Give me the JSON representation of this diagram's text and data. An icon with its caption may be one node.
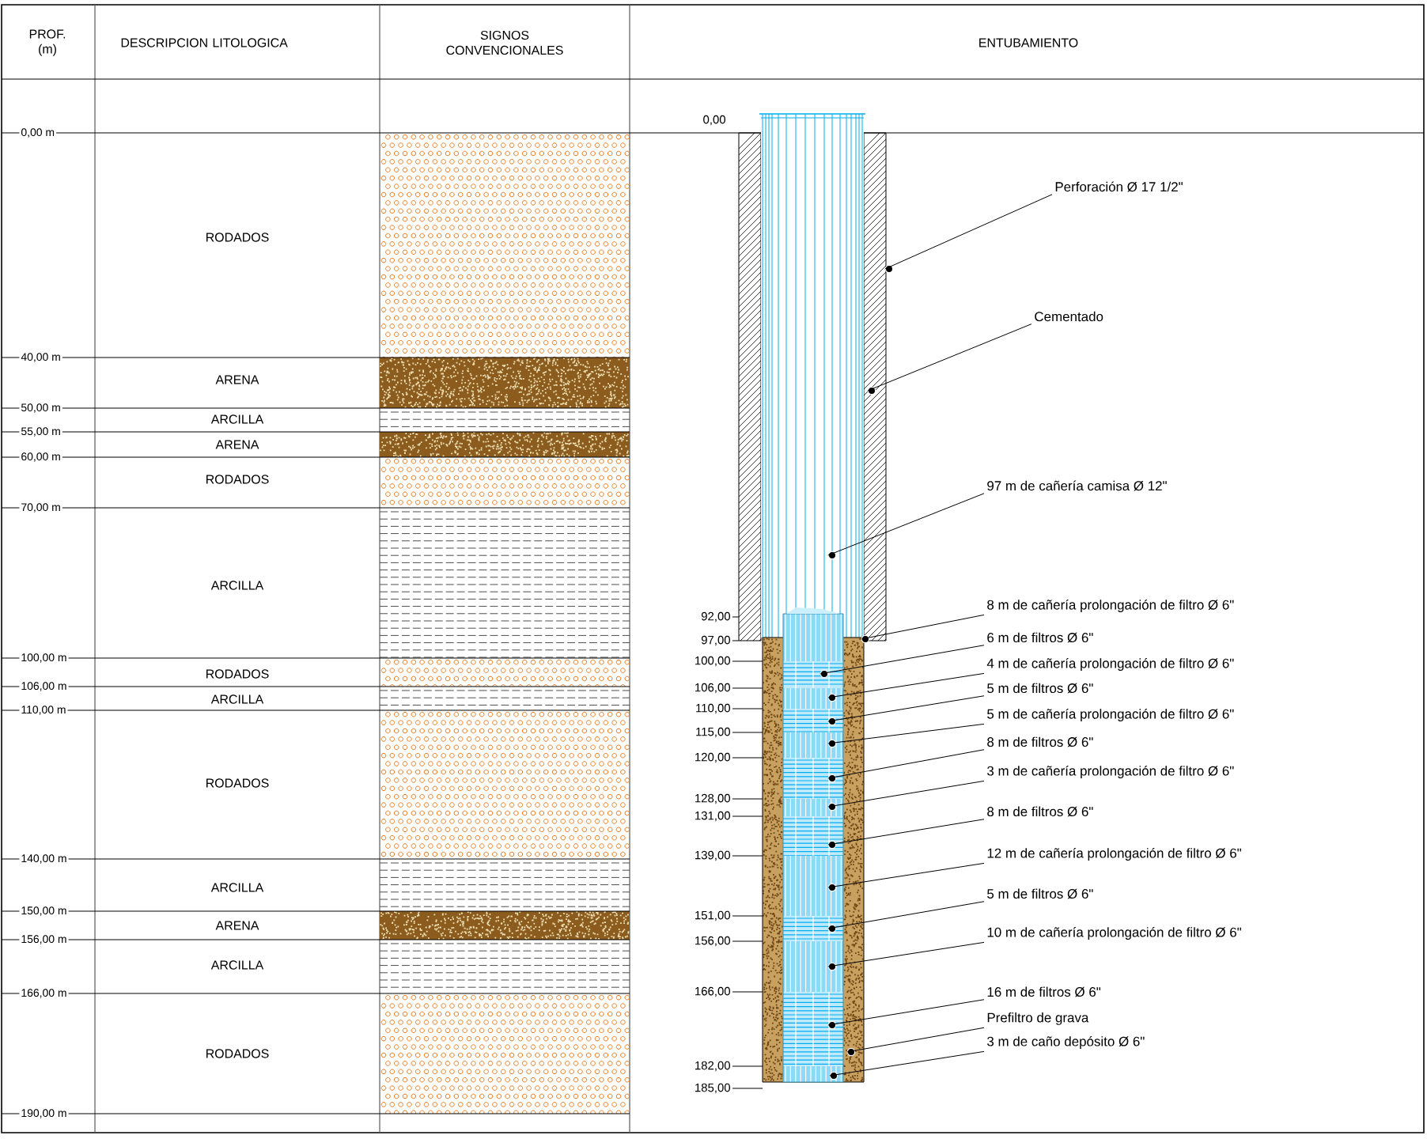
{
  "diagram": {
    "nodes": [
      {
        "text": [
          "Perforación Ø 17 1/2\""
        ]
      },
      {
        "text": [
          "Cementado"
        ]
      },
      {
        "text": [
          "97 m de cañería camisa Ø 12\""
        ]
      },
      {
        "text": [
          "8 m de cañería prolongación de filtro Ø 6\""
        ]
      },
      {
        "text": [
          "6 m de filtros Ø 6\""
        ]
      },
      {
        "text": [
          "4 m de cañería prolongación de filtro Ø 6\""
        ]
      },
      {
        "text": [
          "5 m de filtros Ø 6\""
        ]
      },
      {
        "text": [
          "5 m de cañería prolongación de filtro Ø 6\""
        ]
      },
      {
        "text": [
          "8 m de filtros Ø 6\""
        ]
      },
      {
        "text": [
          "3 m de cañería prolongación de filtro Ø 6\""
        ]
      },
      {
        "text": [
          "8 m de filtros Ø 6\""
        ]
      },
      {
        "text": [
          "12 m de cañería prolongación de filtro Ø 6\""
        ]
      },
      {
        "text": [
          "5 m de filtros Ø 6\""
        ]
      },
      {
        "text": [
          "10 m de cañería prolongación de filtro Ø 6\""
        ]
      },
      {
        "text": [
          "16 m de filtros Ø 6\""
        ]
      },
      {
        "text": [
          "Prefiltro de grava"
        ]
      },
      {
        "text": [
          "3 m de caño depósito Ø 6\""
        ]
      },
      {
        "text": [],
        "shape": "circle"
      },
      {
        "text": [],
        "shape": "circle"
      },
      {
        "text": [],
        "shape": "circle"
      },
      {
        "text": [],
        "shape": "circle"
      },
      {
        "text": [],
        "shape": "circle"
      },
      {
        "text": [],
        "shape": "circle"
      },
      {
        "text": [],
        "shape": "circle"
      },
      {
        "text": [],
        "shape": "circle"
      },
      {
        "text": [],
        "shape": "circle"
      },
      {
        "text": [],
        "shape": "circle"
      },
      {
        "text": [],
        "shape": "circle"
      },
      {
        "text": [],
        "shape": "circle"
      },
      {
        "text": [],
        "shape": "circle"
      },
      {
        "text": [],
        "shape": "circle"
      },
      {
        "text": [],
        "shape": "circle"
      },
      {
        "text": [],
        "shape": "circle"
      },
      {
        "text": [],
        "shape": "circle"
      }
    ],
    "edges": [
      {
        "from": 0,
        "to": 17,
        "arrow": "none"
      },
      {
        "from": 1,
        "to": 18,
        "arrow": "none"
      },
      {
        "from": 2,
        "to": 19,
        "arrow": "none"
      },
      {
        "from": 3,
        "to": 20,
        "arrow": "none"
      },
      {
        "from": 4,
        "to": 21,
        "arrow": "none"
      },
      {
        "from": 5,
        "to": 22,
        "arrow": "none"
      },
      {
        "from": 6,
        "to": 23,
        "arrow": "none"
      },
      {
        "from": 7,
        "to": 24,
        "arrow": "none"
      },
      {
        "from": 8,
        "to": 25,
        "arrow": "none"
      },
      {
        "from": 9,
        "to": 26,
        "arrow": "none"
      },
      {
        "from": 10,
        "to": 27,
        "arrow": "none"
      },
      {
        "from": 11,
        "to": 28,
        "arrow": "none"
      },
      {
        "from": 12,
        "to": 29,
        "arrow": "none"
      },
      {
        "from": 13,
        "to": 30,
        "arrow": "none"
      },
      {
        "from": 14,
        "to": 31,
        "arrow": "none"
      },
      {
        "from": 15,
        "to": 32,
        "arrow": "none"
      },
      {
        "from": 16,
        "to": 33,
        "arrow": "none"
      }
    ],
    "labels": [
      "PROF. (m)",
      "DESCRIPCION LITOLOGICA",
      "SIGNOS CONVENCIONALES",
      "ENTUBAMIENTO",
      "0,00 m",
      "RODADOS",
      "40,00 m",
      "ARENA",
      "50,00 m",
      "ARCILLA",
      "55,00 m",
      "ARENA",
      "60,00 m",
      "RODADOS",
      "70,00 m",
      "ARCILLA",
      "100,00 m",
      "RODADOS",
      "106,00 m",
      "ARCILLA",
      "110,00 m",
      "RODADOS",
      "140,00 m",
      "ARCILLA",
      "150,00 m",
      "ARENA",
      "156,00 m",
      "ARCILLA",
      "166,00 m",
      "RODADOS",
      "190,00 m",
      "0,00",
      "92,00",
      "97,00",
      "100,00",
      "106,00",
      "110,00",
      "115,00",
      "120,00",
      "128,00",
      "131,00",
      "139,00",
      "151,00",
      "156,00",
      "166,00",
      "182,00",
      "185,00"
    ]
  }
}
